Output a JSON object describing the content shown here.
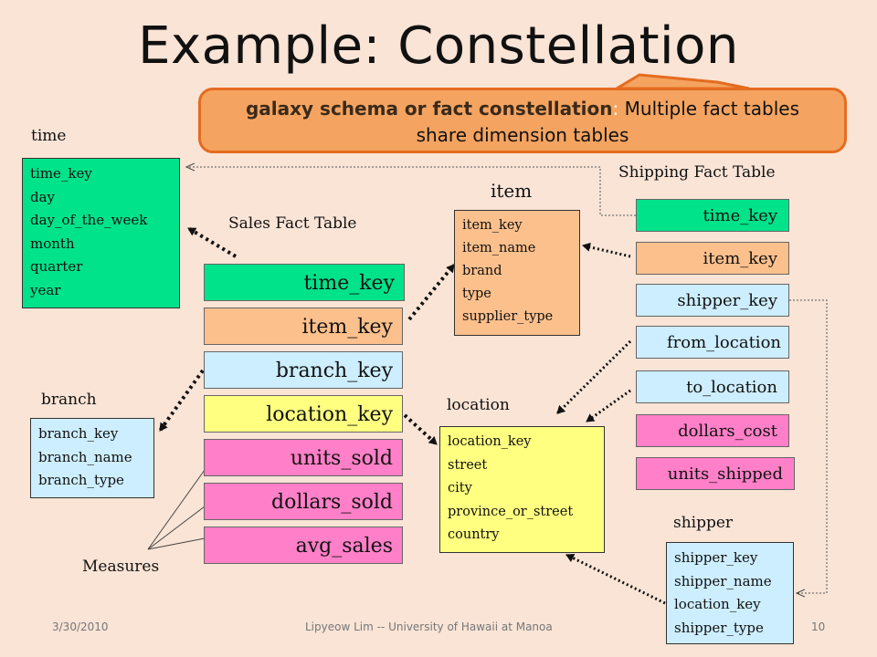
{
  "title": "Example: Constellation",
  "callout": {
    "term": "galaxy schema or fact constellation",
    "colon": ":",
    "text1": " Multiple fact tables",
    "text2": "share dimension tables"
  },
  "time": {
    "label": "time",
    "fields": [
      "time_key",
      "day",
      "day_of_the_week",
      "month",
      "quarter",
      "year"
    ]
  },
  "item": {
    "label": "item",
    "fields": [
      "item_key",
      "item_name",
      "brand",
      "type",
      "supplier_type"
    ]
  },
  "branch": {
    "label": "branch",
    "fields": [
      "branch_key",
      "branch_name",
      "branch_type"
    ]
  },
  "location": {
    "label": "location",
    "fields": [
      "location_key",
      "street",
      "city",
      "province_or_street",
      "country"
    ]
  },
  "shipper": {
    "label": "shipper",
    "fields": [
      "shipper_key",
      "shipper_name",
      "location_key",
      "shipper_type"
    ]
  },
  "sales_fact": {
    "label": "Sales Fact Table",
    "fields": [
      "time_key",
      "item_key",
      "branch_key",
      "location_key",
      "units_sold",
      "dollars_sold",
      "avg_sales"
    ]
  },
  "shipping_fact": {
    "label": "Shipping Fact Table",
    "fields": [
      "time_key",
      "item_key",
      "shipper_key",
      "from_location",
      "to_location",
      "dollars_cost",
      "units_shipped"
    ]
  },
  "measures_label": "Measures",
  "footer": {
    "date": "3/30/2010",
    "author": "Lipyeow Lim -- University of Hawaii at Manoa",
    "page": "10"
  },
  "colors": {
    "background": "#f9e4d6",
    "callout": "#f4a460",
    "green": "#00e38a",
    "orange": "#fcc08c",
    "blue": "#cdeeff",
    "yellow": "#ffff80",
    "pink": "#ff80c8"
  }
}
